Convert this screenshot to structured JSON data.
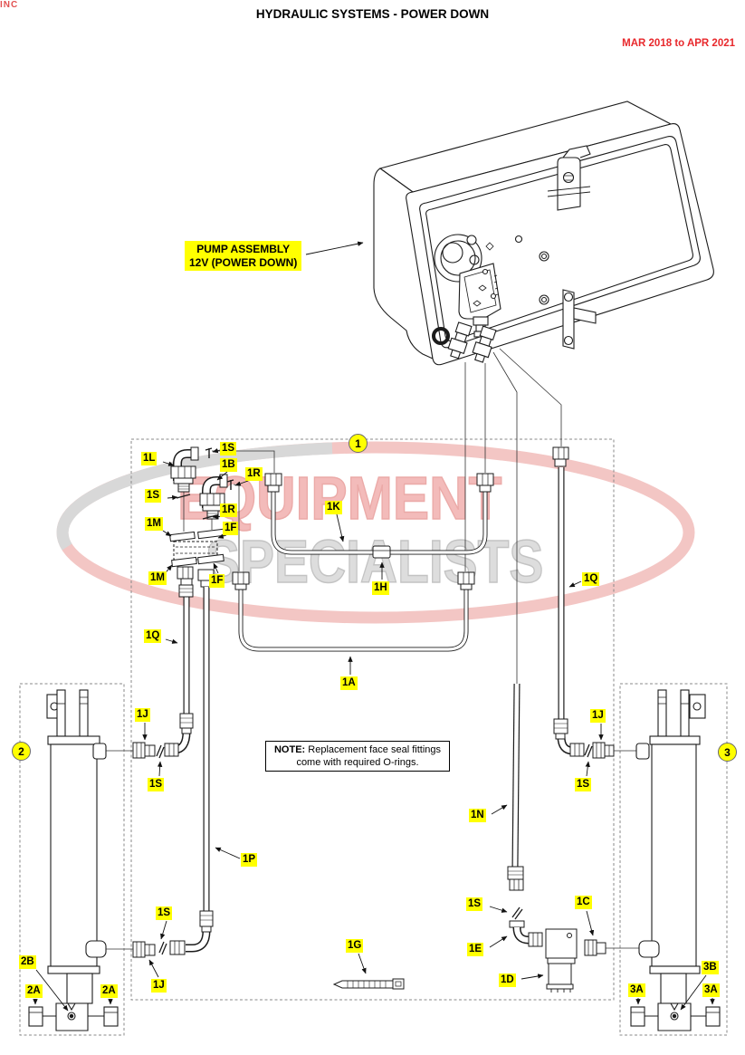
{
  "title": "HYDRAULIC SYSTEMS - POWER DOWN",
  "date_range": "MAR 2018 to APR 2021",
  "pump_callout": {
    "line1": "PUMP ASSEMBLY",
    "line2": "12V (POWER DOWN)"
  },
  "note": {
    "prefix": "NOTE:",
    "line1_rest": " Replacement face seal fittings",
    "line2": "come with required O-rings."
  },
  "watermark": {
    "word1": "EQUIPMENT",
    "word2": "SPECIALISTS",
    "word3": "INC",
    "pink": "#f3c6c4",
    "gray": "#d8d8d8"
  },
  "group_numbers": {
    "g1": "1",
    "g2": "2",
    "g3": "3"
  },
  "part_labels": {
    "1A": "1A",
    "1B": "1B",
    "1C": "1C",
    "1D": "1D",
    "1E": "1E",
    "1F": "1F",
    "1G": "1G",
    "1H": "1H",
    "1J": "1J",
    "1K": "1K",
    "1L": "1L",
    "1M": "1M",
    "1N": "1N",
    "1P": "1P",
    "1Q": "1Q",
    "1R": "1R",
    "1S": "1S",
    "2A": "2A",
    "2B": "2B",
    "3A": "3A",
    "3B": "3B"
  },
  "colors": {
    "label_bg": "#ffff00",
    "date_red": "#e8282c",
    "line": "#1c1c1c",
    "dashed_box": "#8a8a8a"
  }
}
